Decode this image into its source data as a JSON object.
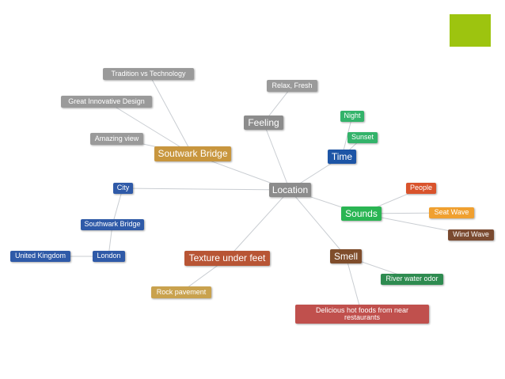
{
  "colors": {
    "accent": "#9dc40f",
    "gray": "#9a9a9a",
    "gray_dark": "#8c8c8c",
    "gold": "#c8963e",
    "blue": "#2f5aa8",
    "blue_time": "#1d55a6",
    "green": "#33b36a",
    "green_sounds": "#2ab553",
    "green_dark": "#2e8b50",
    "red": "#d9532c",
    "orange": "#f0a030",
    "brown": "#7a4a30",
    "rust": "#b85535",
    "smell_brown": "#7f4d2b",
    "rose": "#c0504d",
    "tan": "#c9a24e",
    "link": "#c9cdd2"
  },
  "nodes": {
    "location": "Location",
    "feeling": "Feeling",
    "relax_fresh": "Relax, Fresh",
    "southwark_bridge_hub": "Soutwark Bridge",
    "tradition_vs_technology": "Tradition vs Technology",
    "great_innovative_design": "Great Innovative Design",
    "amazing_view": "Amazing view",
    "time": "Time",
    "night": "Night",
    "sunset": "Sunset",
    "city": "City",
    "southwark_bridge": "Southwark Bridge",
    "london": "London",
    "united_kingdom": "United Kingdom",
    "sounds": "Sounds",
    "people": "People",
    "seat_wave": "Seat Wave",
    "wind_wave": "Wind Wave",
    "texture_under_feet": "Texture under feet",
    "rock_pavement": "Rock pavement",
    "smell": "Smell",
    "river_water_odor": "River water odor",
    "hot_foods": "Delicious hot foods from near restaurants"
  }
}
